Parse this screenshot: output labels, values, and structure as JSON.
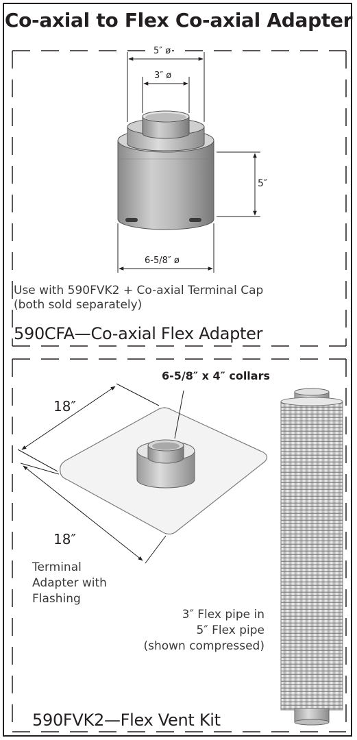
{
  "title": "Co-axial to Flex Co-axial Adapter",
  "section1": {
    "dims": {
      "outer_diameter": "5″ ø",
      "inner_diameter": "3″ ø",
      "height": "5″",
      "base_diameter": "6-5/8″ ø"
    },
    "note_line1": "Use with 590FVK2 + Co-axial Terminal Cap",
    "note_line2": "(both sold separately)",
    "model": "590CFA—Co-axial Flex Adapter"
  },
  "section2": {
    "collars": "6-5/8″ x 4″ collars",
    "dim_a": "18″",
    "dim_b": "18″",
    "terminal_line1": "Terminal",
    "terminal_line2": "Adapter with",
    "terminal_line3": "Flashing",
    "flex_line1": "3″ Flex pipe in",
    "flex_line2": "5″ Flex pipe",
    "flex_line3": "(shown compressed)",
    "model": "590FVK2—Flex Vent Kit"
  }
}
